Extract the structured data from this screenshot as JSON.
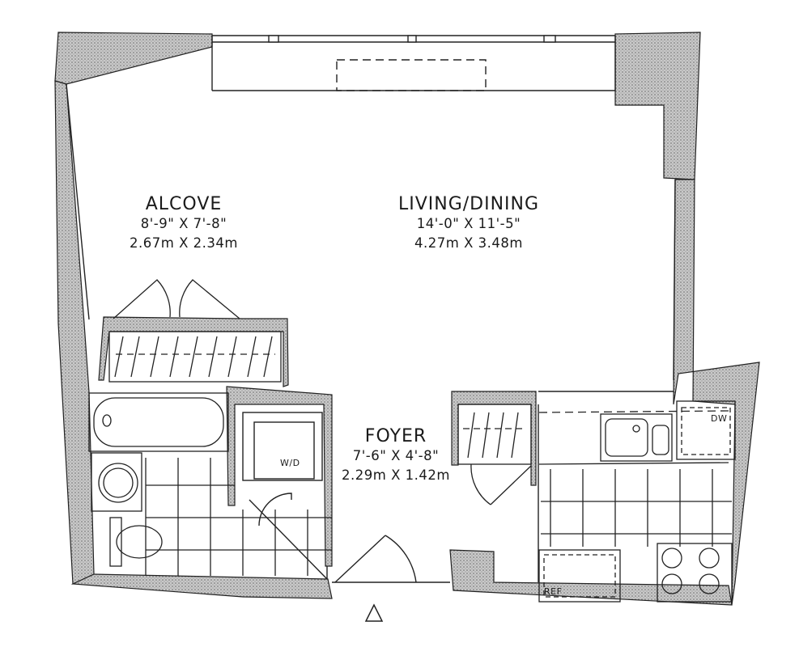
{
  "rooms": {
    "alcove": {
      "name": "ALCOVE",
      "dim_imperial": "8'-9\" X 7'-8\"",
      "dim_metric": "2.67m X 2.34m"
    },
    "living": {
      "name": "LIVING/DINING",
      "dim_imperial": "14'-0\" X 11'-5\"",
      "dim_metric": "4.27m X 3.48m"
    },
    "foyer": {
      "name": "FOYER",
      "dim_imperial": "7'-6\" X 4'-8\"",
      "dim_metric": "2.29m X 1.42m"
    }
  },
  "fixtures": {
    "washer_dryer": "W/D",
    "dishwasher": "DW",
    "refrigerator": "REF"
  }
}
